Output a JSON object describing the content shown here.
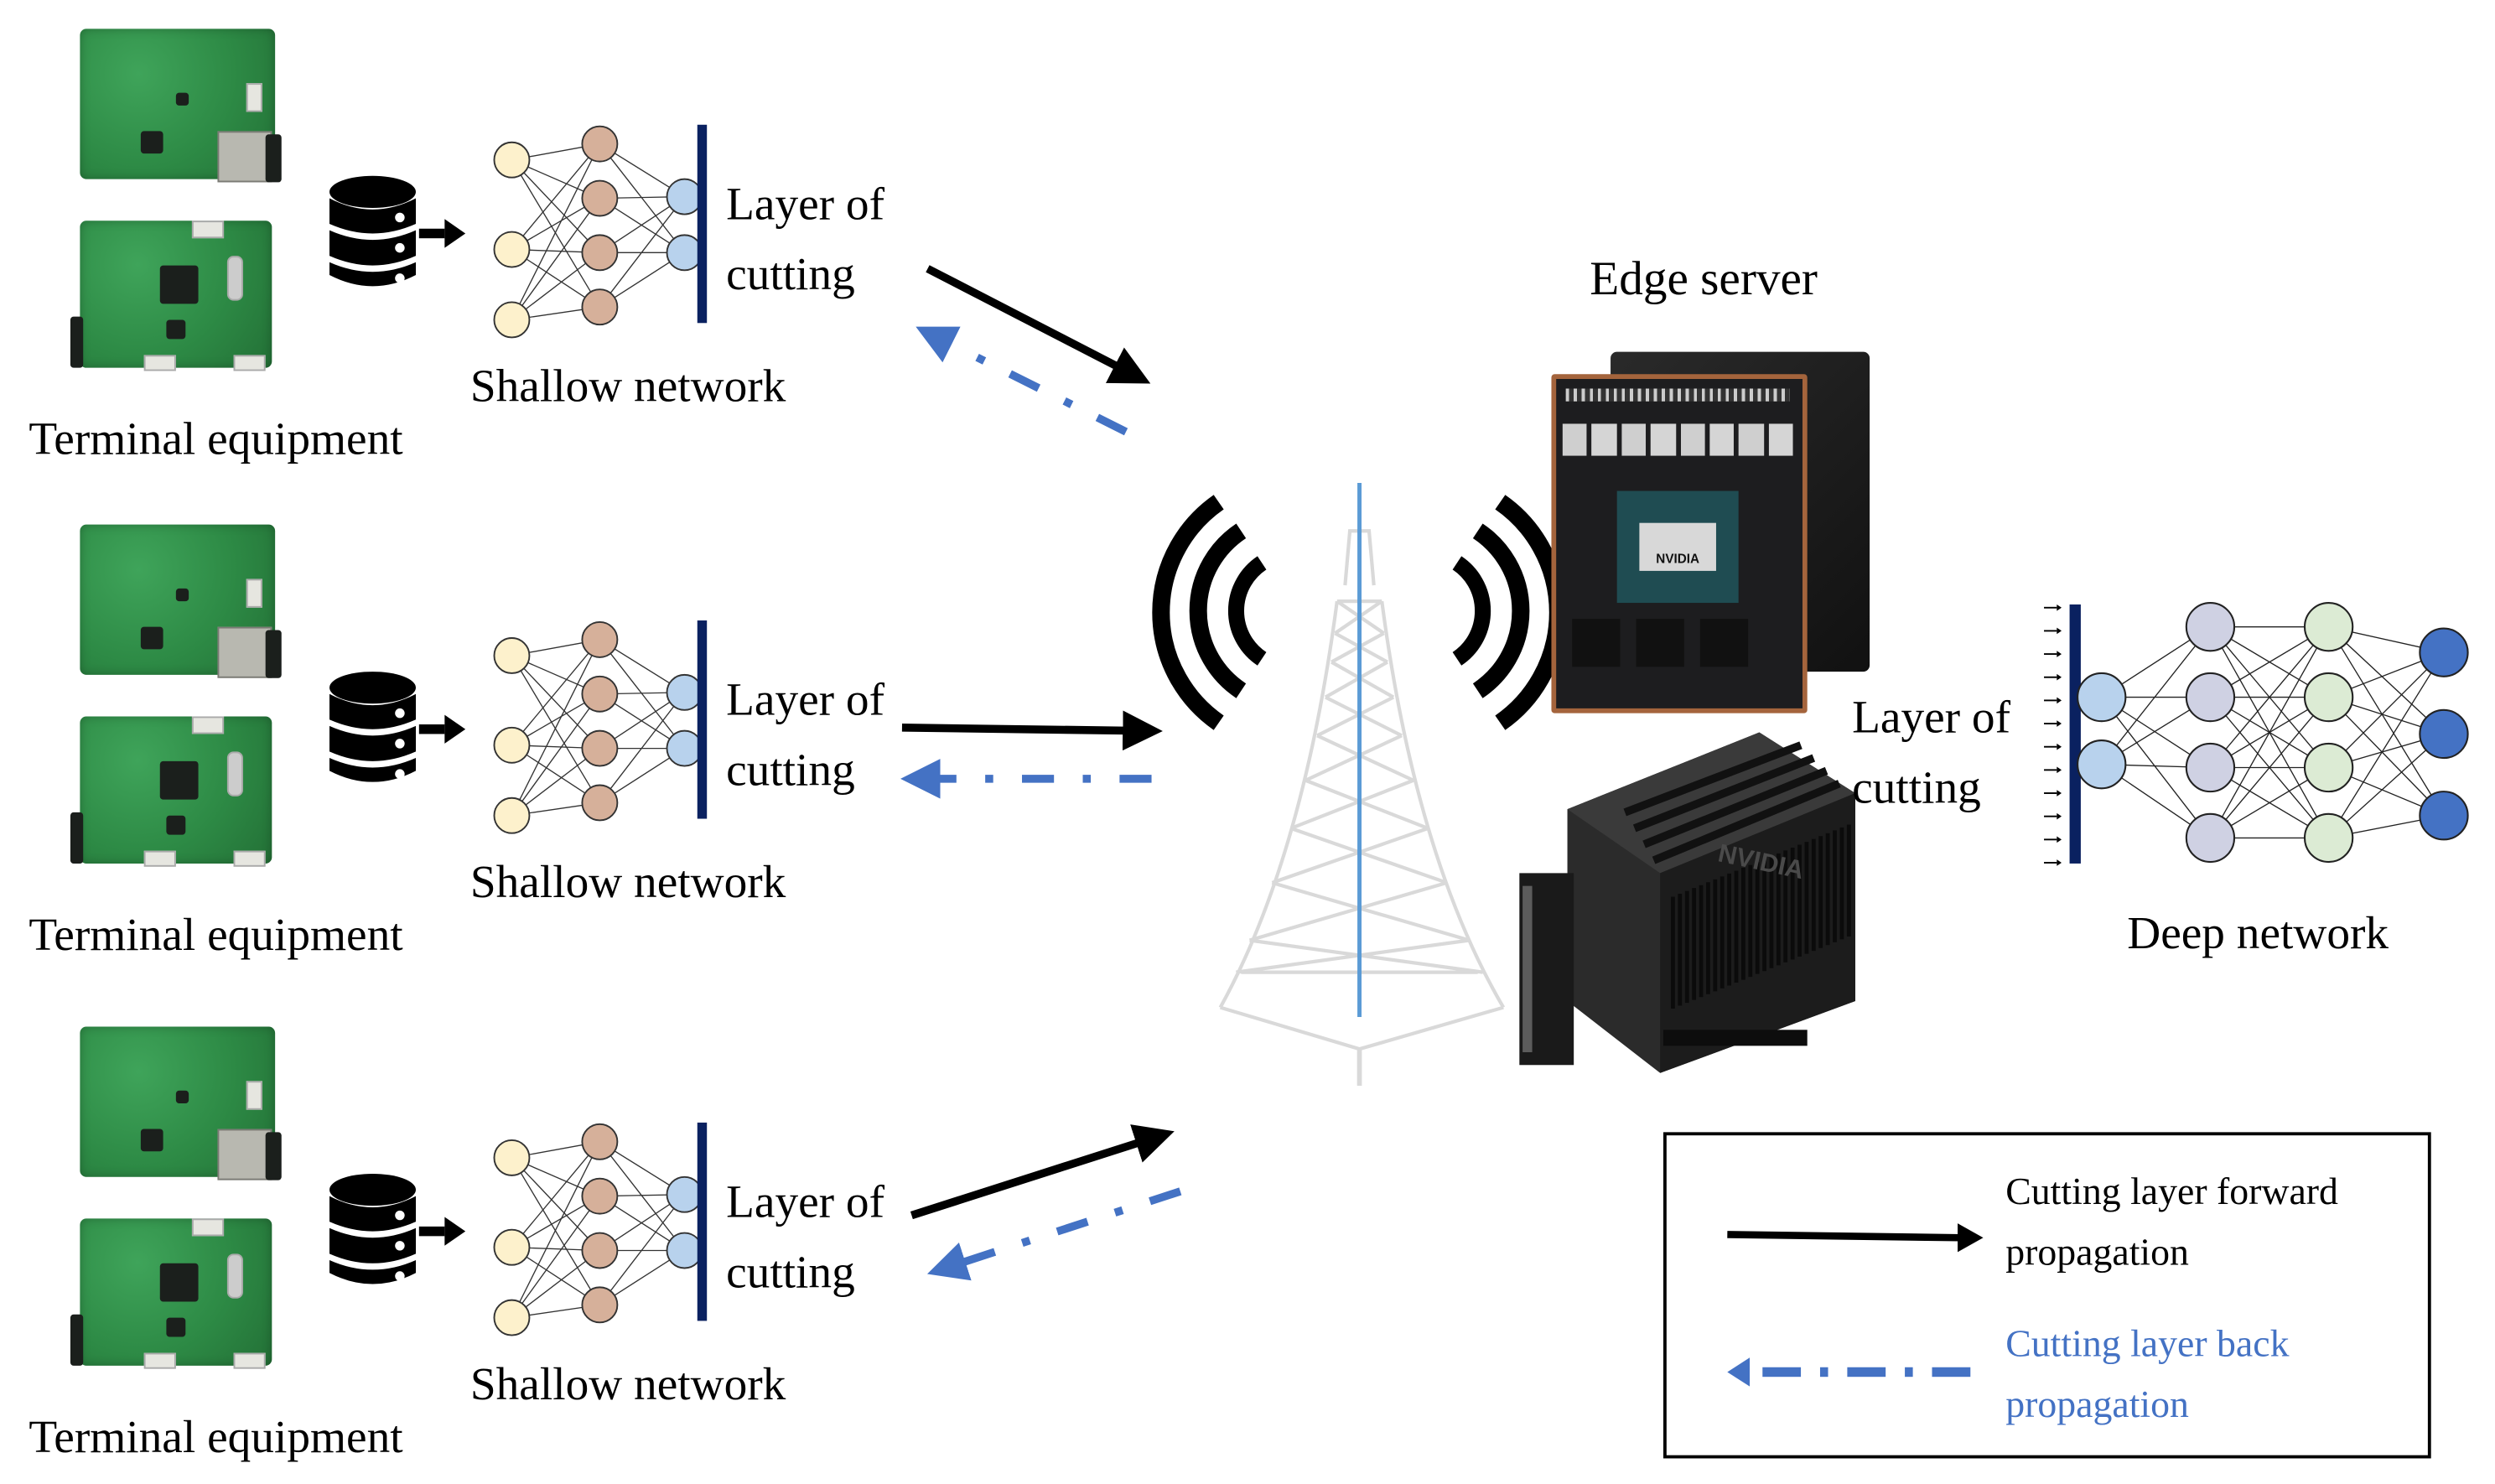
{
  "figure": {
    "title": "Split learning architecture: terminal equipment with shallow networks, wireless base station, edge server with deep network"
  },
  "colors": {
    "forward_arrow": "#000000",
    "back_arrow": "#4472c4",
    "cut_layer_bar": "#0a2160",
    "input_node": "#fdf1cc",
    "hidden_node_shallow": "#d6b09a",
    "cut_node": "#b8d2ed",
    "deep_hidden1": "#cfd1e3",
    "deep_hidden2": "#dcebd4",
    "deep_output": "#4472c4",
    "tower": "#d9d9d9",
    "antenna": "#5b9bd5",
    "pcb_green": "#2d8a45"
  },
  "clients": [
    {
      "device_label": "Terminal equipment",
      "network_label": "Shallow network",
      "cut_label_line1": "Layer of",
      "cut_label_line2": "cutting",
      "forward": "Cutting layer forward propagation",
      "backward": "Cutting layer back propagation"
    },
    {
      "device_label": "Terminal equipment",
      "network_label": "Shallow network",
      "cut_label_line1": "Layer of",
      "cut_label_line2": "cutting",
      "forward": "Cutting layer forward propagation",
      "backward": "Cutting layer back propagation"
    },
    {
      "device_label": "Terminal equipment",
      "network_label": "Shallow network",
      "cut_label_line1": "Layer of",
      "cut_label_line2": "cutting",
      "forward": "Cutting layer forward propagation",
      "backward": "Cutting layer back propagation"
    }
  ],
  "shallow_network": {
    "layers": [
      3,
      4,
      2
    ]
  },
  "deep_network": {
    "layers": [
      2,
      4,
      4,
      3
    ],
    "input_ticks": 12
  },
  "base_station": {
    "icon": "cell-tower-icon"
  },
  "server": {
    "label": "Edge server",
    "products": [
      "NVIDIA Jetson module",
      "NVIDIA Jetson developer kit"
    ],
    "module_brand": "NVIDIA",
    "kit_brand": "NVIDIA",
    "cut_label_line1": "Layer of",
    "cut_label_line2": "cutting",
    "network_label": "Deep network"
  },
  "legend": {
    "forward_line1": "Cutting layer forward",
    "forward_line2": "propagation",
    "back_line1": "Cutting layer back",
    "back_line2": "propagation"
  }
}
